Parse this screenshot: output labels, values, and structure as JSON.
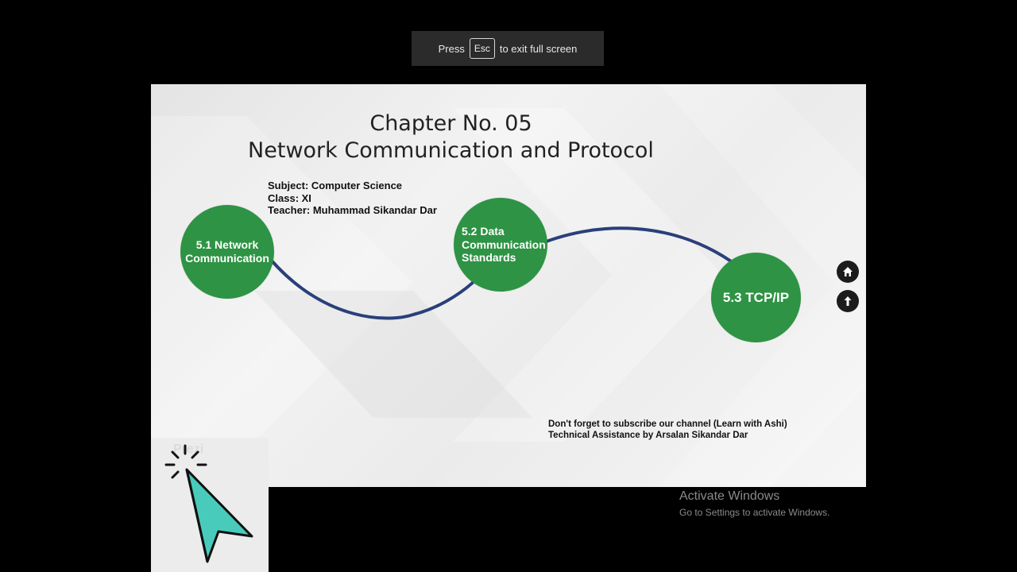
{
  "fullscreen_notice": {
    "press": "Press",
    "key": "Esc",
    "rest": "to exit full screen"
  },
  "slide": {
    "title_line1": "Chapter No. 05",
    "title_line2": "Network Communication and Protocol",
    "info": {
      "subject": "Subject: Computer Science",
      "class": "Class: XI",
      "teacher": "Teacher: Muhammad Sikandar Dar"
    },
    "nodes": [
      {
        "line1": "5.1 Network",
        "line2": "Communication"
      },
      {
        "line1": "5.2 Data",
        "line2": "Communication",
        "line3": "Standards"
      },
      {
        "line1": "5.3 TCP/IP"
      }
    ],
    "credits": {
      "line1": "Don't forget to subscribe our channel (Learn with Ashi)",
      "line2": "Technical Assistance by Arsalan Sikandar Dar"
    },
    "colors": {
      "node_green": "#2e9344",
      "path_blue": "#2a3f7a"
    }
  },
  "controls": {
    "home_icon": "home-icon",
    "back_icon": "back-arrow-icon"
  },
  "watermark": {
    "prezi": "Prezi"
  },
  "windows_activation": {
    "title": "Activate Windows",
    "subtitle": "Go to Settings to activate Windows."
  }
}
